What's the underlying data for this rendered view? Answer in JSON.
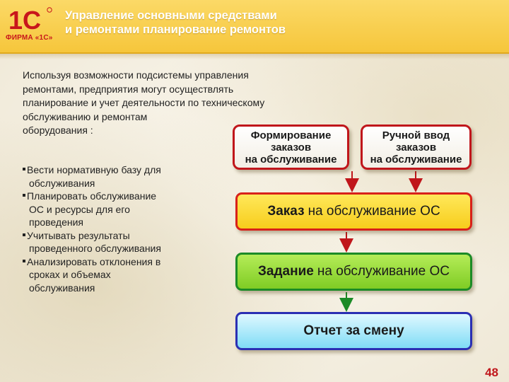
{
  "header": {
    "title_line1": "Управление основными средствами",
    "title_line2": "и ремонтами планирование ремонтов",
    "logo_text": "1С",
    "logo_caption": "ФИРМА «1С»"
  },
  "intro": {
    "lines": [
      "Используя возможности подсистемы управления",
      "ремонтами, предприятия могут осуществлять",
      "планирование и учет деятельности по техническому",
      "обслуживанию и ремонтам",
      "оборудования :"
    ]
  },
  "bullets": [
    {
      "lines": [
        "Вести нормативную базу для",
        "обслуживания"
      ]
    },
    {
      "lines": [
        "Планировать обслуживание",
        "ОС и ресурсы для его",
        "проведения"
      ]
    },
    {
      "lines": [
        "Учитывать результаты",
        "проведенного обслуживания"
      ]
    },
    {
      "lines": [
        "Анализировать отклонения в",
        "сроках и объемах",
        "обслуживания"
      ]
    }
  ],
  "diagram": {
    "form_box": {
      "lines": [
        "Формирование",
        "заказов",
        "на обслуживание"
      ]
    },
    "manual_box": {
      "lines": [
        "Ручной ввод",
        "заказов",
        "на обслуживание"
      ]
    },
    "order_box": {
      "strong": "Заказ",
      "rest": "на обслуживание ОС"
    },
    "task_box": {
      "strong": "Задание",
      "rest": "на обслуживание ОС"
    },
    "report_box": {
      "rest": "Отчет за смену"
    }
  },
  "page_number": "48",
  "colors": {
    "header": "#f6c63b",
    "brand_red": "#c0161b",
    "order_fill": "#f7cd1c",
    "task_fill": "#7fcc24",
    "report_fill": "#7fdcf6",
    "arrow": "#c0161b",
    "arrow_green": "#1c8b27"
  }
}
